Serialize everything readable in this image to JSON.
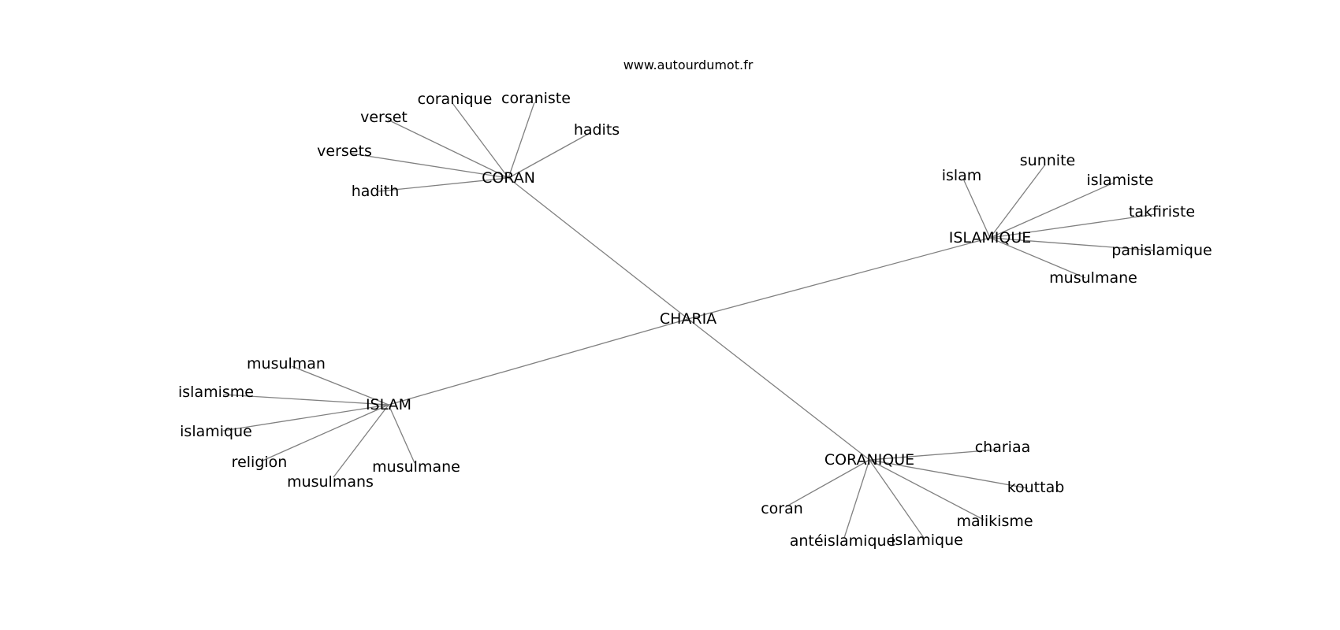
{
  "watermark": "www.autourdumot.fr",
  "graph": {
    "root": "CHARIA",
    "hubs": [
      {
        "label": "CORAN",
        "leaves": [
          "coranique",
          "coraniste",
          "hadits",
          "verset",
          "versets",
          "hadith"
        ]
      },
      {
        "label": "ISLAMIQUE",
        "leaves": [
          "islam",
          "sunnite",
          "islamiste",
          "takfiriste",
          "panislamique",
          "musulmane"
        ]
      },
      {
        "label": "ISLAM",
        "leaves": [
          "musulman",
          "islamisme",
          "islamique",
          "religion",
          "musulmans",
          "musulmane"
        ]
      },
      {
        "label": "CORANIQUE",
        "leaves": [
          "chariaa",
          "kouttab",
          "malikisme",
          "islamique",
          "antéislamique",
          "coran"
        ]
      }
    ]
  }
}
